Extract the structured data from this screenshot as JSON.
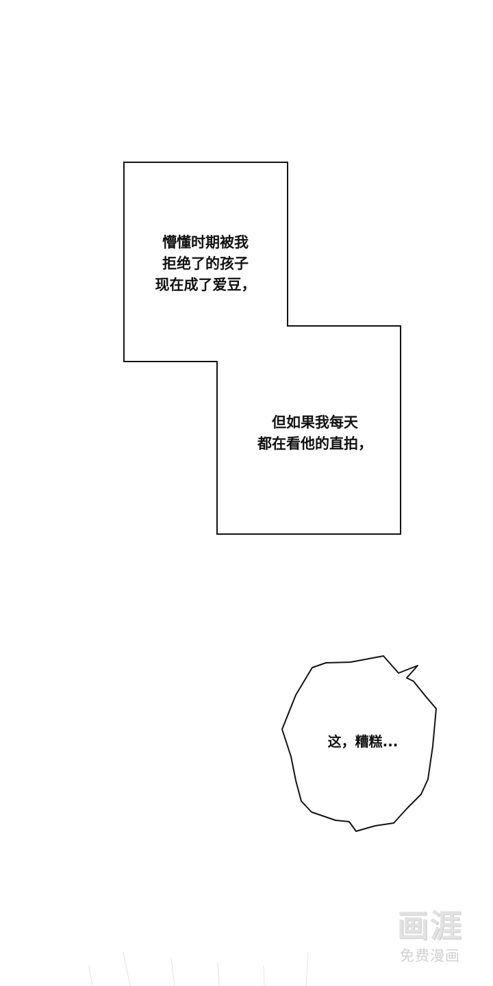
{
  "captions": [
    {
      "lines": [
        "懵懂时期被我",
        "拒绝了的孩子",
        "现在成了爱豆，"
      ]
    },
    {
      "lines": [
        "但如果我每天",
        "都在看他的直拍，"
      ]
    }
  ],
  "thought_bubble": {
    "text": "这，糟糕..."
  },
  "watermark": {
    "logo": "画涯",
    "subtitle": "免费漫画"
  }
}
